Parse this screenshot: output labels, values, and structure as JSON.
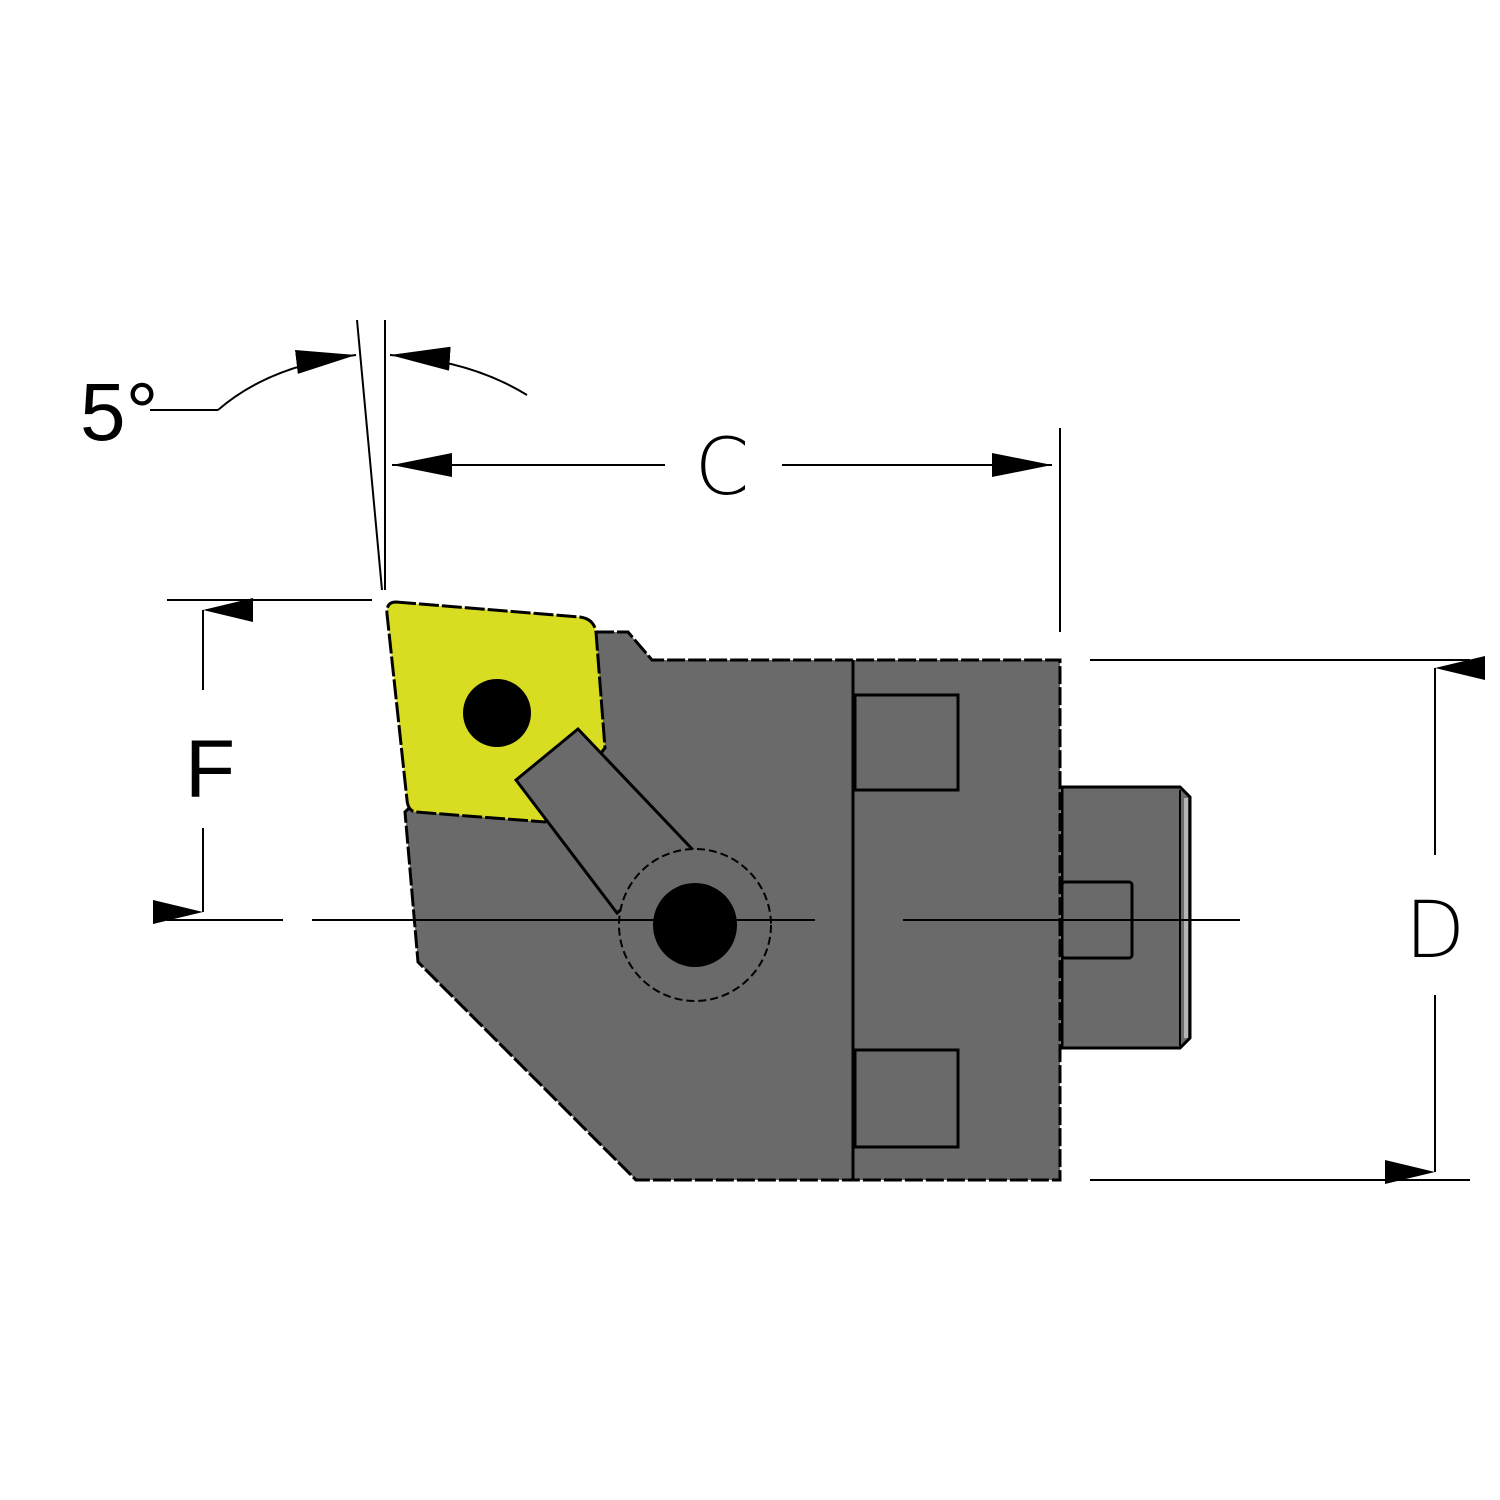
{
  "labels": {
    "angle": "5°",
    "c": "C",
    "f": "F",
    "d": "D"
  },
  "colors": {
    "body": "#6a6a6a",
    "insert": "#d8dd22",
    "outline": "#000000",
    "background": "#ffffff"
  }
}
